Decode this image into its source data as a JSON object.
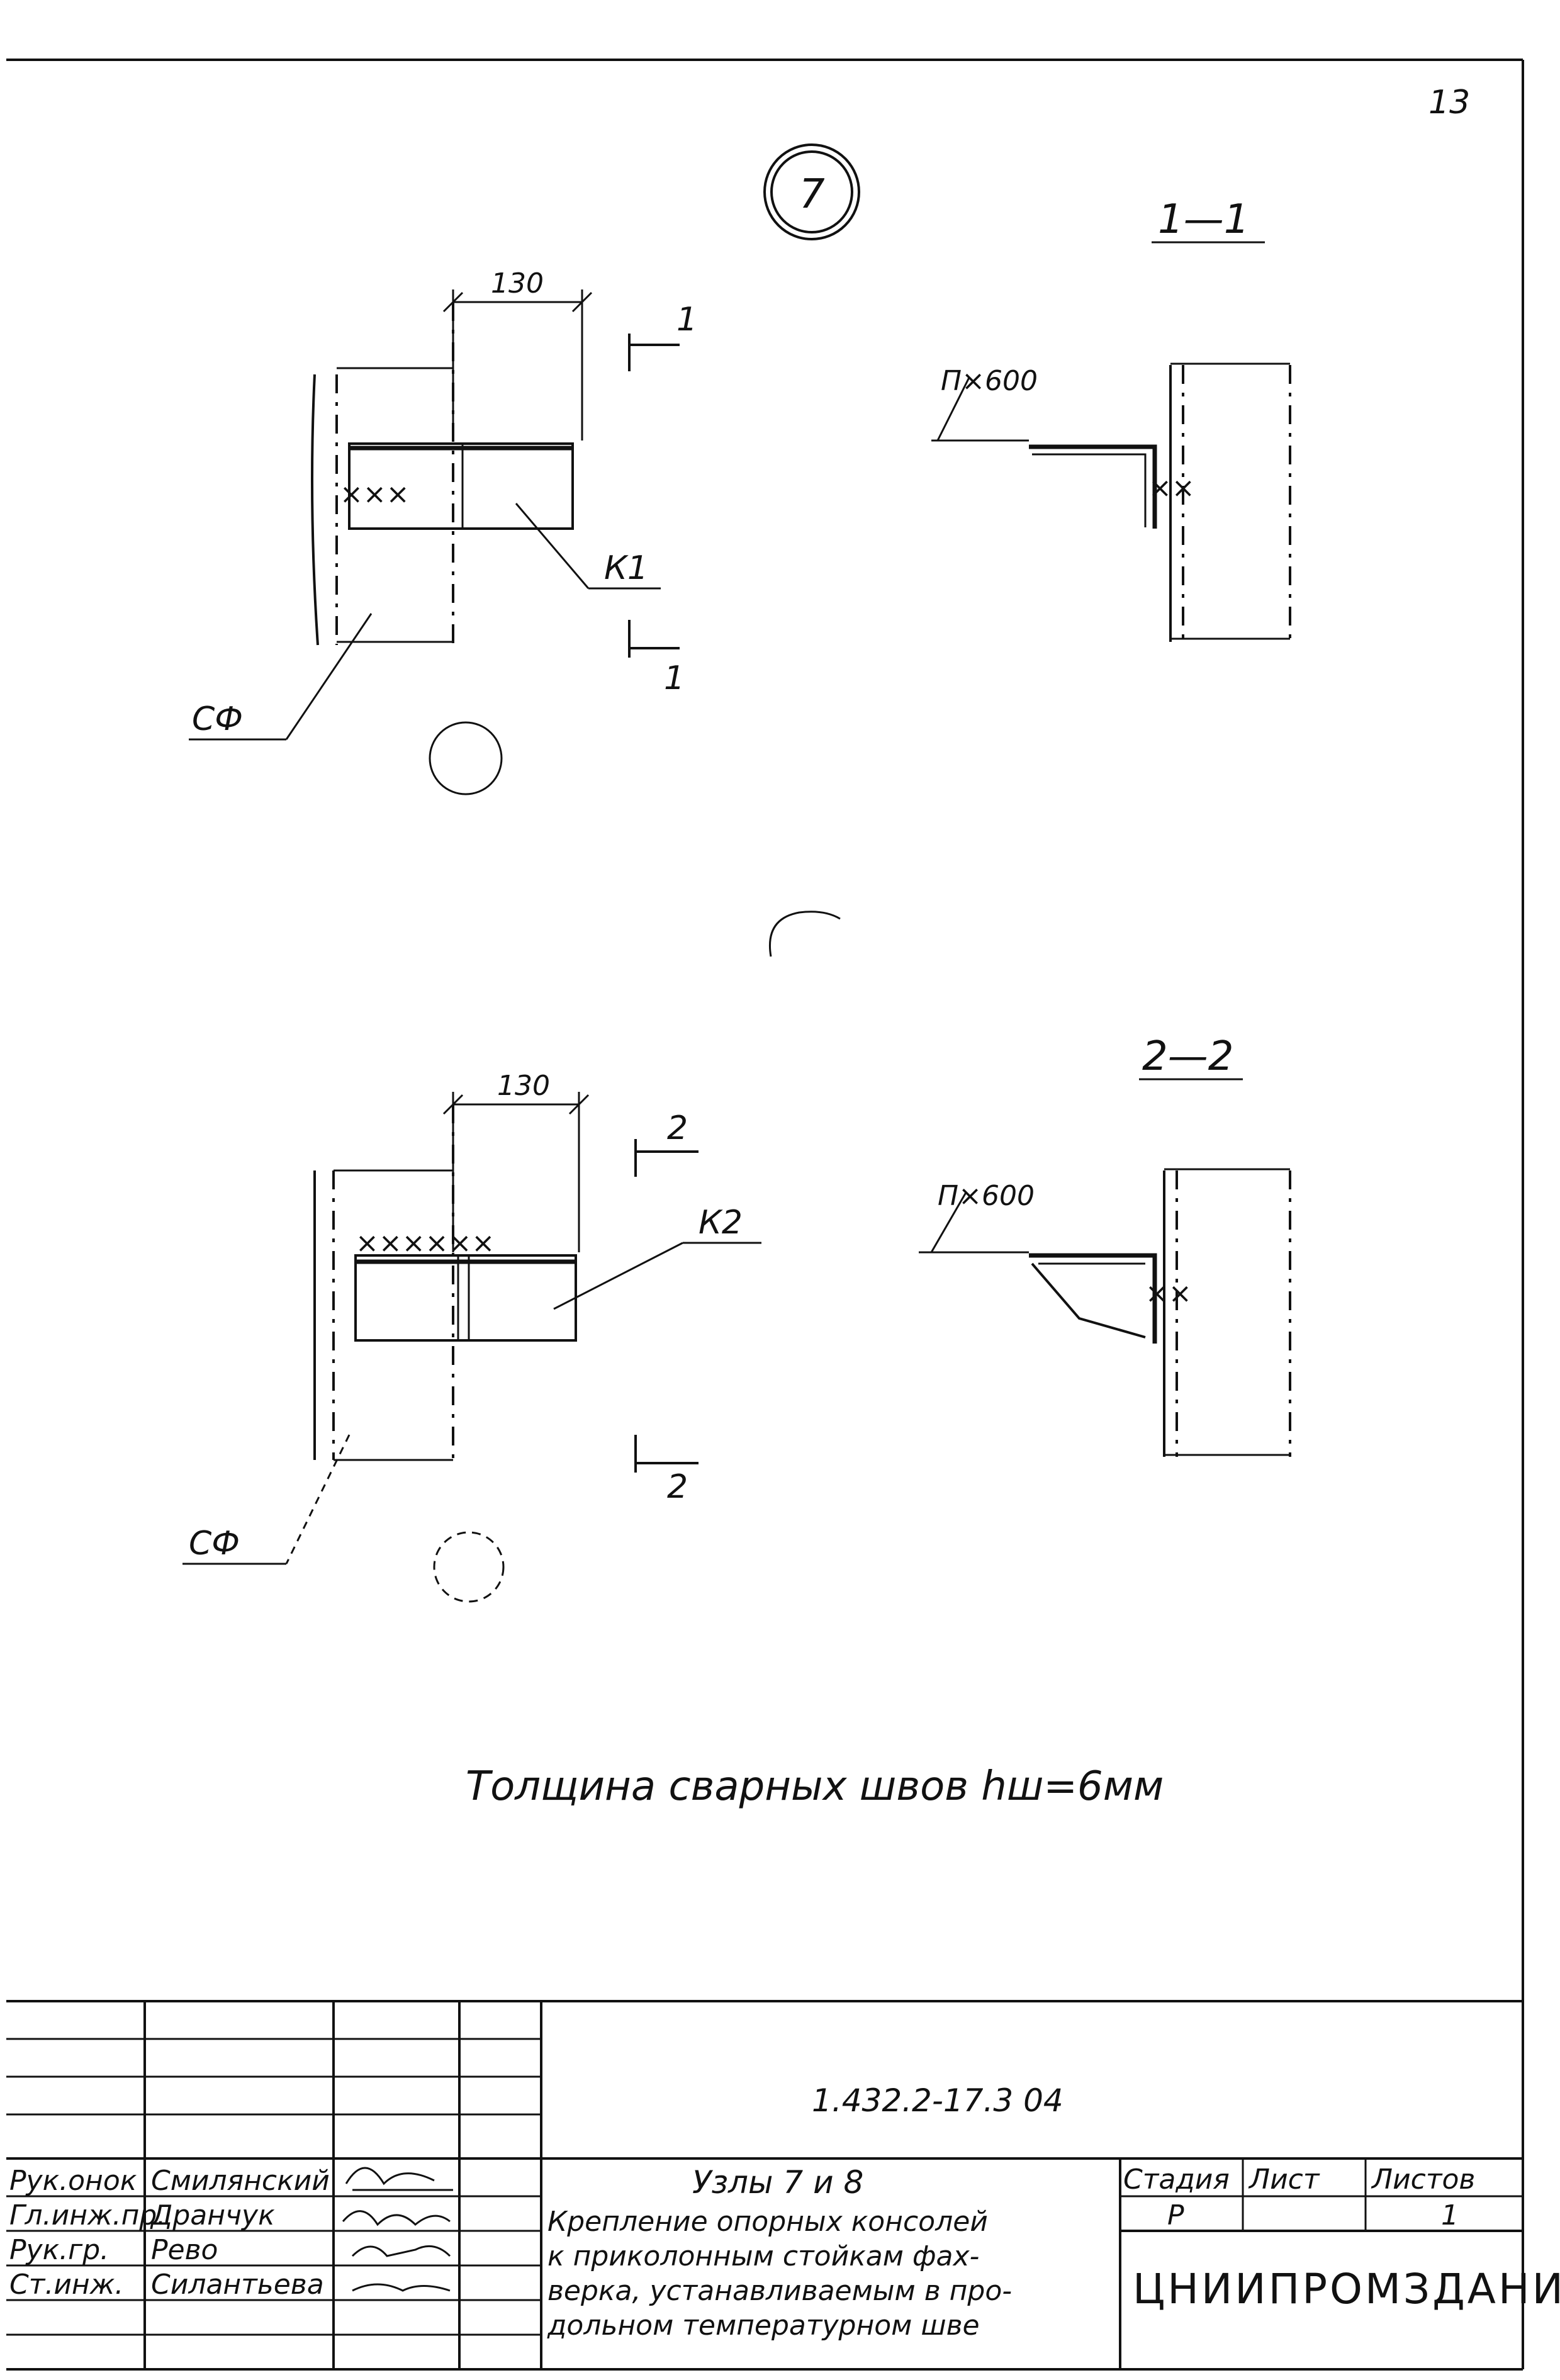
{
  "page": {
    "sheet_corner_number": "13",
    "node_marker": "7"
  },
  "node7": {
    "dim_label": "130",
    "section_mark": "1",
    "part_label": "К1",
    "column_label": "СФ"
  },
  "section11": {
    "title": "1—1",
    "plate_label": "П×600"
  },
  "node8": {
    "dim_label": "130",
    "section_mark": "2",
    "part_label": "К2",
    "column_label": "СФ"
  },
  "section22": {
    "title": "2—2",
    "plate_label": "П×600"
  },
  "weld_note": "Толщина сварных швов hш=6мм",
  "title_block": {
    "doc_code": "1.432.2-17.3 04",
    "roles": [
      "Рук.онок",
      "Гл.инж.пр.",
      "Рук.гр.",
      "Ст.инж."
    ],
    "names": [
      "Смилянский",
      "Дранчук",
      "Рево",
      "Силантьева"
    ],
    "title_line1": "Узлы 7 и 8",
    "title_line2": "Крепление опорных консолей",
    "title_line3": "к приколонным стойкам фах-",
    "title_line4": "верка, устанавливаемым в про-",
    "title_line5": "дольном температурном шве",
    "stage_header": "Стадия",
    "sheet_header": "Лист",
    "sheets_header": "Листов",
    "stage_value": "Р",
    "sheets_value": "1",
    "organization": "ЦНИИПРОМЗДАНИЙ"
  }
}
